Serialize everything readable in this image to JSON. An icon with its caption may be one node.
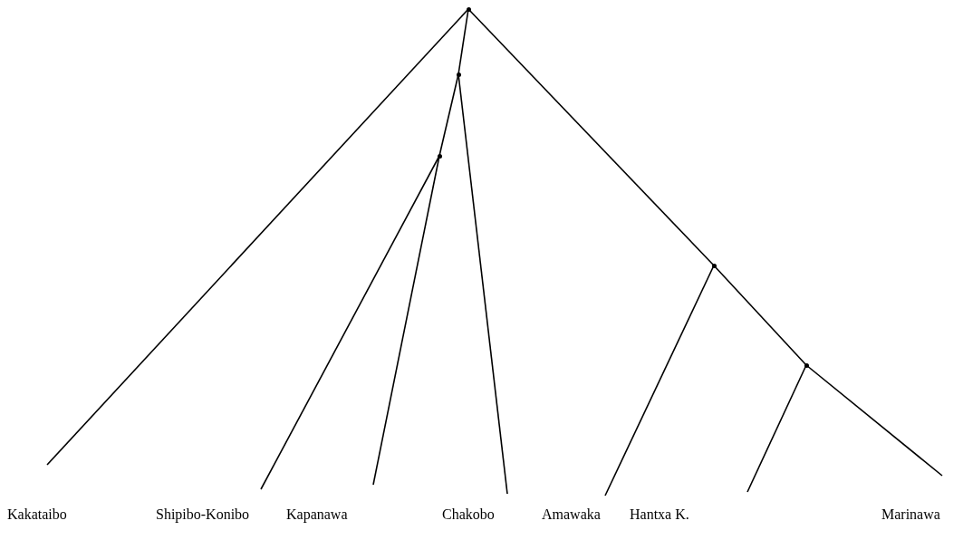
{
  "diagram": {
    "nodes": [
      {
        "text": [
          "Kakataibo"
        ]
      },
      {
        "text": [
          "Shipibo-Konibo"
        ]
      },
      {
        "text": [
          "Kapanawa"
        ]
      },
      {
        "text": [
          "Chakobo"
        ]
      },
      {
        "text": [
          "Amawaka"
        ]
      },
      {
        "text": [
          "Hantxa K."
        ]
      },
      {
        "text": [
          "Marinawa"
        ]
      },
      {
        "text": [],
        "shape": "point"
      },
      {
        "text": [],
        "shape": "point"
      },
      {
        "text": [],
        "shape": "point"
      },
      {
        "text": [],
        "shape": "point"
      },
      {
        "text": [],
        "shape": "point"
      }
    ],
    "edges": [
      {
        "from": 7,
        "to": 0,
        "arrow": "none"
      },
      {
        "from": 7,
        "to": 8,
        "arrow": "none"
      },
      {
        "from": 8,
        "to": 9,
        "arrow": "none"
      },
      {
        "from": 9,
        "to": 1,
        "arrow": "none"
      },
      {
        "from": 9,
        "to": 2,
        "arrow": "none"
      },
      {
        "from": 8,
        "to": 3,
        "arrow": "none"
      },
      {
        "from": 7,
        "to": 10,
        "arrow": "none"
      },
      {
        "from": 10,
        "to": 4,
        "arrow": "none"
      },
      {
        "from": 10,
        "to": 11,
        "arrow": "none"
      },
      {
        "from": 11,
        "to": 5,
        "arrow": "none"
      },
      {
        "from": 11,
        "to": 6,
        "arrow": "none"
      }
    ]
  }
}
